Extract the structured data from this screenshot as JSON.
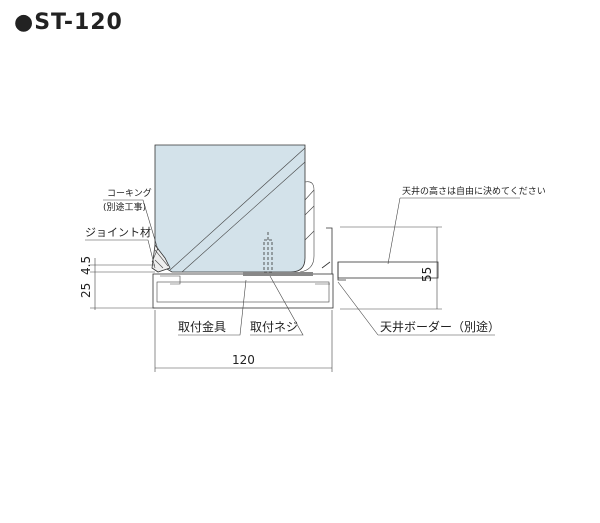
{
  "title": "●ST-120",
  "labels": {
    "caulking": "コーキング",
    "caulking_note": "(別途工事)",
    "joint": "ジョイント材",
    "bracket": "取付金具",
    "screw": "取付ネジ",
    "ceiling_border": "天井ボーダー（別途）",
    "ceiling_note": "天井の高さは自由に決めてください"
  },
  "dimensions": {
    "width": "120",
    "joint_height": "4.5",
    "frame_height": "25",
    "total_height": "55"
  },
  "colors": {
    "glass": "#d3e2ea",
    "line": "#333333"
  }
}
